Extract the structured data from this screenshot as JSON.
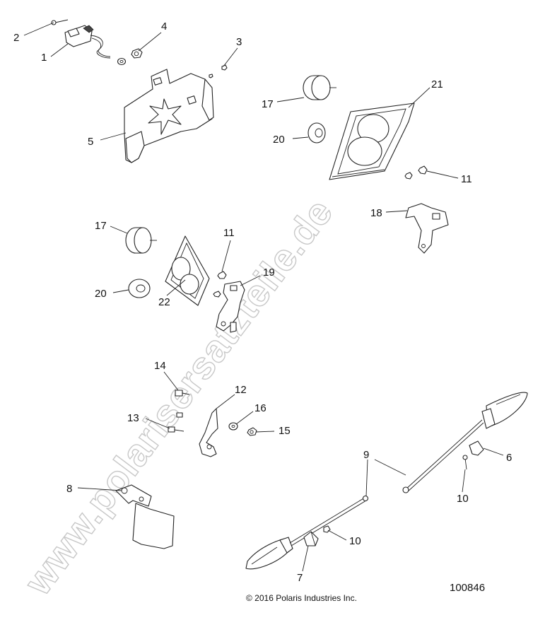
{
  "diagram": {
    "watermark": "www.polarisersatzteile.de",
    "copyright": "© 2016 Polaris Industries Inc.",
    "figure_number": "100846",
    "callouts": [
      {
        "id": "c1",
        "label": "1"
      },
      {
        "id": "c2",
        "label": "2"
      },
      {
        "id": "c3",
        "label": "3"
      },
      {
        "id": "c4",
        "label": "4"
      },
      {
        "id": "c5",
        "label": "5"
      },
      {
        "id": "c17a",
        "label": "17"
      },
      {
        "id": "c20a",
        "label": "20"
      },
      {
        "id": "c21",
        "label": "21"
      },
      {
        "id": "c11a",
        "label": "11"
      },
      {
        "id": "c18",
        "label": "18"
      },
      {
        "id": "c17b",
        "label": "17"
      },
      {
        "id": "c11b",
        "label": "11"
      },
      {
        "id": "c19",
        "label": "19"
      },
      {
        "id": "c20b",
        "label": "20"
      },
      {
        "id": "c22",
        "label": "22"
      },
      {
        "id": "c14",
        "label": "14"
      },
      {
        "id": "c12",
        "label": "12"
      },
      {
        "id": "c13",
        "label": "13"
      },
      {
        "id": "c16",
        "label": "16"
      },
      {
        "id": "c15",
        "label": "15"
      },
      {
        "id": "c9",
        "label": "9"
      },
      {
        "id": "c6",
        "label": "6"
      },
      {
        "id": "c10a",
        "label": "10"
      },
      {
        "id": "c8",
        "label": "8"
      },
      {
        "id": "c10b",
        "label": "10"
      },
      {
        "id": "c7",
        "label": "7"
      }
    ]
  }
}
